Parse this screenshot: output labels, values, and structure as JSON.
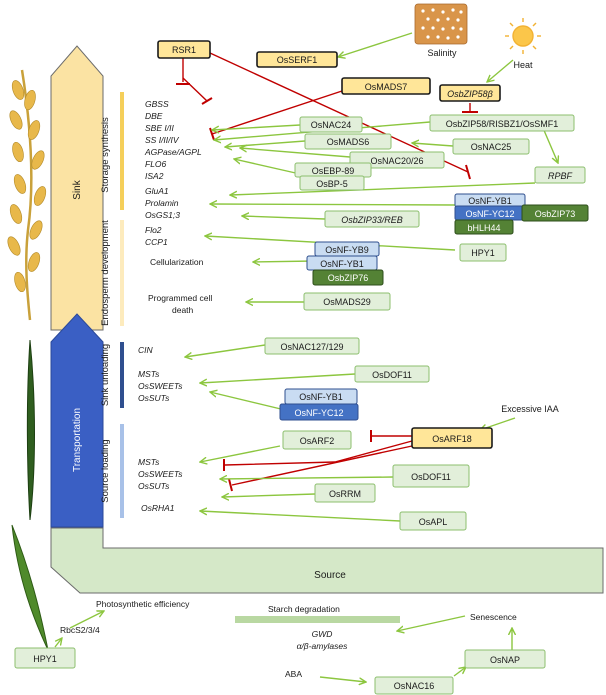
{
  "stress": {
    "salinity": "Salinity",
    "heat": "Heat",
    "excessive_iaa": "Excessive IAA"
  },
  "sections": {
    "sink": "Sink",
    "transportation": "Transportation",
    "source": "Source"
  },
  "subsections": {
    "storage_synthesis": "Storage synthesis",
    "endosperm_development": "Endosperm development",
    "sink_unloading": "Sink unloading",
    "source_loading": "Source loading"
  },
  "storage_genes": [
    "GBSS",
    "DBE",
    "SBE I/II",
    "SS I/II/IV",
    "AGPase/AGPL",
    "FLO6",
    "ISA2",
    "GluA1",
    "Prolamin",
    "OsGS1;3"
  ],
  "endosperm_genes": [
    "Flo2",
    "CCP1"
  ],
  "endosperm_processes": {
    "cellularization": "Cellularization",
    "pcd_line1": "Programmed cell",
    "pcd_line2": "death"
  },
  "sink_unloading_genes": [
    "CIN",
    "MSTs",
    "OsSWEETs",
    "OsSUTs"
  ],
  "source_loading_genes": [
    "MSTs",
    "OsSWEETs",
    "OsSUTs",
    "OsRHA1"
  ],
  "regulators": {
    "rsr1": "RSR1",
    "osserf1": "OsSERF1",
    "osmads7": "OsMADS7",
    "osbzip58b": "OsbZIP58β",
    "osnac24": "OsNAC24",
    "osbzip58_group": "OsbZIP58/RISBZ1/OsSMF1",
    "osmads6": "OsMADS6",
    "osnac25": "OsNAC25",
    "osnac20_26": "OsNAC20/26",
    "osebp89": "OsEBP-89",
    "osbp5": "OsBP-5",
    "rpbf": "RPBF",
    "osbzip33_reb": "OsbZIP33/REB",
    "osnfyb1": "OsNF-YB1",
    "osnfyc12": "OsNF-YC12",
    "osbzip73": "OsbZIP73",
    "bhlh44": "bHLH44",
    "hpy1": "HPY1",
    "osnfyb9": "OsNF-YB9",
    "osnfyb1_b": "OsNF-YB1",
    "osbzip76": "OsbZIP76",
    "osmads29": "OsMADS29",
    "osnac127_129": "OsNAC127/129",
    "osdof11": "OsDOF11",
    "osnfyb1_c": "OsNF-YB1",
    "osnfyc12_c": "OsNF-YC12",
    "osarf2": "OsARF2",
    "osarf18": "OsARF18",
    "osdof11_b": "OsDOF11",
    "osrrm": "OsRRM",
    "osapl": "OsAPL"
  },
  "source_region": {
    "photosynthetic_efficiency": "Photosynthetic efficiency",
    "rbcs": "RbcS2/3/4",
    "hpy1": "HPY1",
    "starch_degradation": "Starch degradation",
    "gwd": "GWD",
    "amylases": "α/β-amylases",
    "senescence": "Senescence",
    "osnap": "OsNAP",
    "aba": "ABA",
    "osnac16": "OsNAC16"
  },
  "colors": {
    "sink_arrow": "#fbe3a3",
    "transport_arrow": "#3a5fc4",
    "source_arrow": "#d5e8c8",
    "activation": "#8cc63f",
    "repression": "#c00000"
  }
}
